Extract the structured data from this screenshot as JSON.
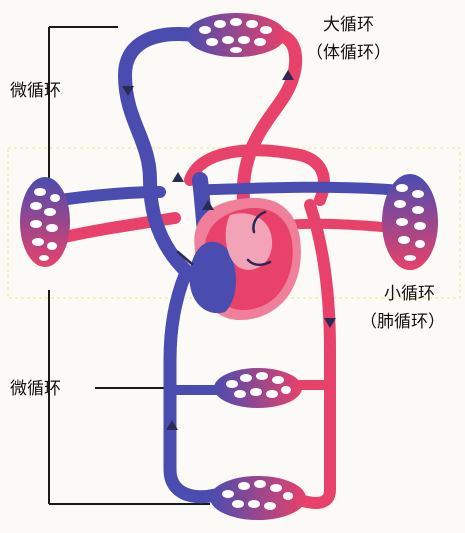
{
  "labels": {
    "micro_top": "微循环",
    "micro_bottom": "微循环",
    "systemic": "大循环",
    "systemic_alt": "（体循环）",
    "pulmonary": "小循环",
    "pulmonary_alt": "（肺循环）"
  },
  "colors": {
    "arterial": "#e8416a",
    "venous": "#4a4cb0",
    "heart_light": "#f07f9c",
    "guide_line": "#1a1a1a",
    "guide_box": "#e6e68c",
    "background": "#fbfaf6"
  }
}
